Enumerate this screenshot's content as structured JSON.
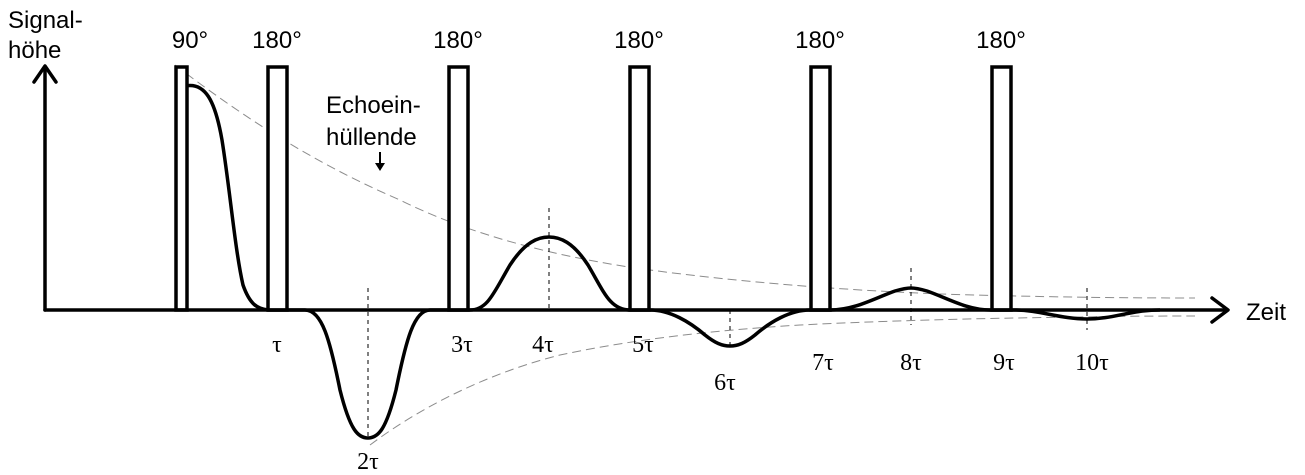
{
  "y_axis_label_lines": [
    "Signal-",
    "höhe"
  ],
  "x_axis_label": "Zeit",
  "pulses": [
    "90°",
    "180°",
    "180°",
    "180°",
    "180°",
    "180°"
  ],
  "envelope_label_lines": [
    "Echoein-",
    "hüllende"
  ],
  "time_labels": [
    "τ",
    "2τ",
    "3τ",
    "4τ",
    "5τ",
    "6τ",
    "7τ",
    "8τ",
    "9τ",
    "10τ"
  ],
  "colors": {
    "line": "#000000",
    "envelope": "#8c8c8c"
  }
}
